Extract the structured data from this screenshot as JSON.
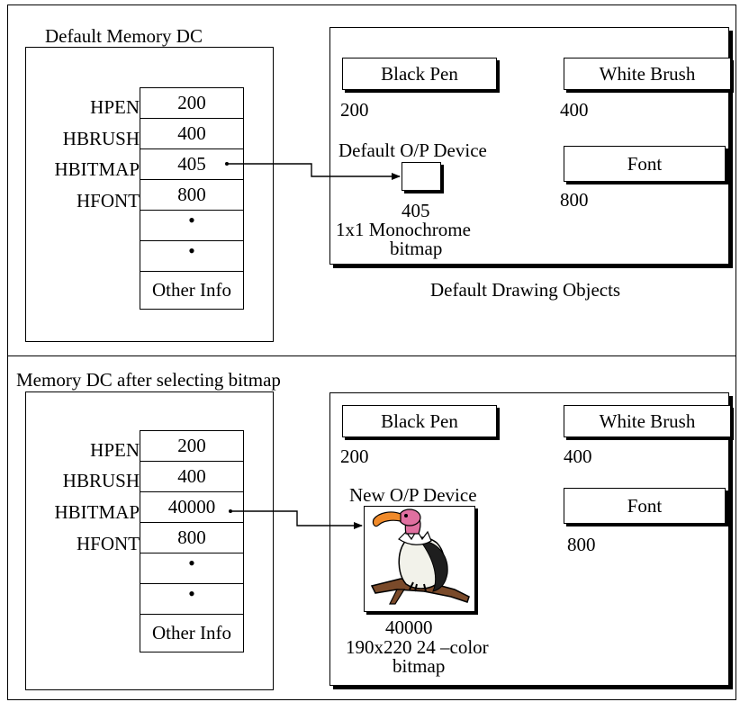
{
  "top": {
    "dc_title": "Default Memory DC",
    "labels": [
      "HPEN",
      "HBRUSH",
      "HBITMAP",
      "HFONT"
    ],
    "cells": [
      "200",
      "400",
      "405",
      "800",
      "•",
      "•",
      "Other Info"
    ],
    "objects": {
      "pen": {
        "label": "Black Pen",
        "value": "200"
      },
      "brush": {
        "label": "White Brush",
        "value": "400"
      },
      "font": {
        "label": "Font",
        "value": "800"
      },
      "device_title": "Default O/P Device",
      "bitmap_value": "405",
      "bitmap_desc_1": "1x1 Monochrome",
      "bitmap_desc_2": "bitmap"
    },
    "caption": "Default Drawing Objects"
  },
  "bottom": {
    "dc_title": "Memory DC after selecting bitmap",
    "labels": [
      "HPEN",
      "HBRUSH",
      "HBITMAP",
      "HFONT"
    ],
    "cells": [
      "200",
      "400",
      "40000",
      "800",
      "•",
      "•",
      "Other Info"
    ],
    "objects": {
      "pen": {
        "label": "Black Pen",
        "value": "200"
      },
      "brush": {
        "label": "White Brush",
        "value": "400"
      },
      "font": {
        "label": "Font",
        "value": "800"
      },
      "device_title": "New O/P Device",
      "bitmap_value": "40000",
      "bitmap_desc_1": "190x220 24 –color",
      "bitmap_desc_2": "bitmap"
    }
  },
  "colors": {
    "line": "#000000",
    "background": "#ffffff",
    "beak": "#f08a2a",
    "head": "#e070a0"
  }
}
